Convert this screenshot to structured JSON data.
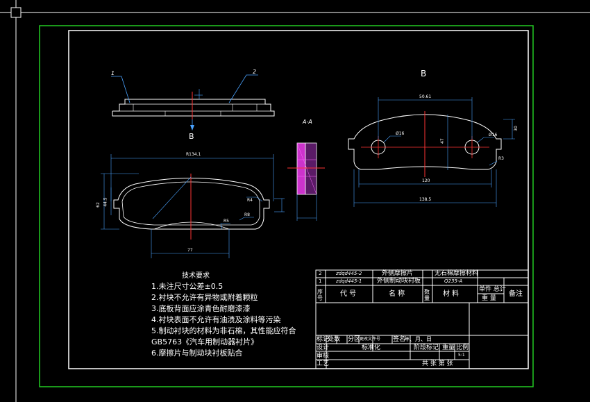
{
  "views": {
    "top_labels": [
      "1",
      "2"
    ],
    "view_arrow_label": "B",
    "view_b_title": "B",
    "section_title": "A-A",
    "dims": {
      "main_width": "R134.1",
      "main_height": "62",
      "side_height": "44.5",
      "radius_r4": "R4",
      "radius_r5": "R5",
      "radius_r8": "R8",
      "bottom_width": "77",
      "b_top_width": "50.61",
      "b_hole_left": "Ø16",
      "b_hole_right": "Ø16",
      "b_mid_height": "47",
      "b_right_h": "30",
      "b_bottom_width": "120",
      "b_total_width": "138.5",
      "b_right_small": "R3"
    }
  },
  "tech": {
    "title": "技术要求",
    "items": [
      "1.未注尺寸公差±0.5",
      "2.衬块不允许有异物或附着颗粒",
      "3.底板背面应涂青色耐磨漆漆",
      "4.衬块表面不允许有油渍及涂料等污染",
      "5.制动衬块的材料为非石棉，其性能应符合",
      "GB5763《汽车用制动器衬片》",
      "6.摩擦片与制动块衬板贴合"
    ]
  },
  "parts_table": {
    "rows": [
      {
        "idx": "2",
        "code": "zdqd445-2",
        "name": "外侧摩擦片",
        "qty": "",
        "material": "无石棉摩擦材料"
      },
      {
        "idx": "1",
        "code": "zdqd445-1",
        "name": "外侧制动块衬板",
        "qty": "",
        "material": "Q235-A"
      }
    ],
    "header": {
      "idx": "序号",
      "code": "代  号",
      "name": "名  称",
      "qty": "数量",
      "material": "材  料",
      "weight_single_total": "单件 总计",
      "weight": "重  量",
      "remark": "备注"
    }
  },
  "title_block": {
    "row1": [
      "标记",
      "处数",
      "分区",
      "更改文件号",
      "签名",
      "年、月、日"
    ],
    "design": "设计",
    "standard": "标准化",
    "stage_mark": "阶段标记",
    "weight": "重量",
    "scale": "比例",
    "scale_value": "5:1",
    "review": "审核",
    "process": "工艺",
    "sheets": "共  张  第  张"
  }
}
